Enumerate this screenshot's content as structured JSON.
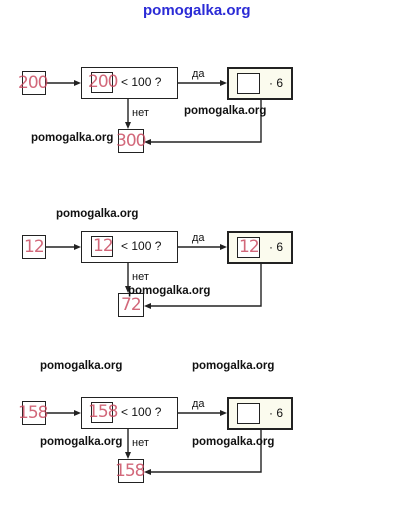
{
  "header_watermark": "pomogalka.org",
  "condition_text": "< 100 ?",
  "yes_label": "да",
  "no_label": "нет",
  "multiplier_text": "· 6",
  "diagrams": [
    {
      "input": "200",
      "condition_value": "200",
      "result_value": "",
      "output": "300"
    },
    {
      "input": "12",
      "condition_value": "12",
      "result_value": "12",
      "output": "72"
    },
    {
      "input": "158",
      "condition_value": "158",
      "result_value": "",
      "output": "158"
    }
  ],
  "watermarks": [
    "pomogalka.org",
    "pomogalka.org",
    "pomogalka.org",
    "pomogalka.org",
    "pomogalka.org",
    "pomogalka.org",
    "pomogalka.org",
    "pomogalka.org"
  ]
}
